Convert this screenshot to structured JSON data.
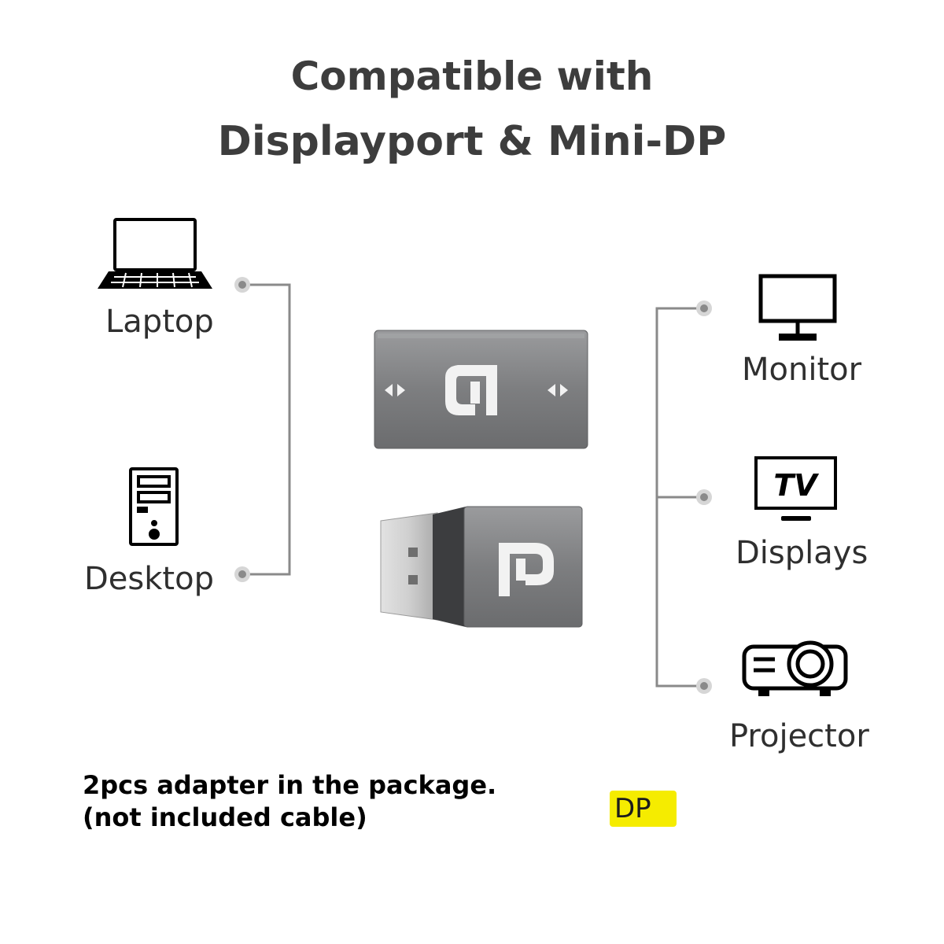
{
  "title": {
    "line1": "Compatible with",
    "line2": "Displayport & Mini-DP"
  },
  "sources": [
    {
      "label": "Laptop",
      "icon": "laptop-icon"
    },
    {
      "label": "Desktop",
      "icon": "desktop-tower-icon"
    }
  ],
  "outputs": [
    {
      "label": "Monitor",
      "icon": "monitor-icon"
    },
    {
      "label": "Displays",
      "icon": "tv-icon",
      "icon_text": "TV"
    },
    {
      "label": "Projector",
      "icon": "projector-icon"
    }
  ],
  "adapters": [
    {
      "icon": "displayport-female-female-adapter-icon"
    },
    {
      "icon": "displayport-male-female-adapter-icon"
    }
  ],
  "package_note": {
    "line1": "2pcs adapter in the package.",
    "line2": "(not included cable)"
  },
  "badge": {
    "label": "DP",
    "color": "#f5ec00"
  },
  "colors": {
    "connector_line": "#8a8a8a",
    "adapter_body": "#7d7e80",
    "icon_stroke": "#000000"
  }
}
